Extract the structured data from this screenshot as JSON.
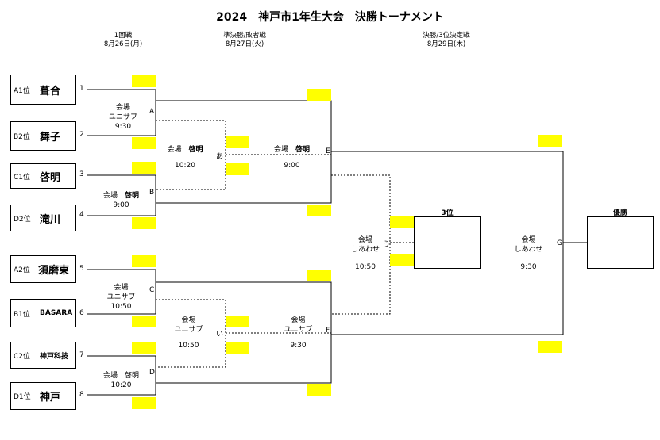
{
  "title": "2024　神戸市1年生大会　決勝トーナメント",
  "rounds": [
    {
      "name": "1回戦",
      "date": "8月26日(月)"
    },
    {
      "name": "準決勝/敗者戦",
      "date": "8月27日(火)"
    },
    {
      "name": "決勝/3位決定戦",
      "date": "8月29日(木)"
    }
  ],
  "teams": [
    {
      "seed": "A1位",
      "name": "葺合",
      "num": "1"
    },
    {
      "seed": "B2位",
      "name": "舞子",
      "num": "2"
    },
    {
      "seed": "C1位",
      "name": "啓明",
      "num": "3"
    },
    {
      "seed": "D2位",
      "name": "滝川",
      "num": "4"
    },
    {
      "seed": "A2位",
      "name": "須磨東",
      "num": "5"
    },
    {
      "seed": "B1位",
      "name": "BASARA",
      "num": "6"
    },
    {
      "seed": "C2位",
      "name": "神戸科技",
      "num": "7"
    },
    {
      "seed": "D1位",
      "name": "神戸",
      "num": "8"
    }
  ],
  "matches": {
    "A": {
      "label": "A",
      "venue_label": "会場",
      "venue": "ユニサブ",
      "time": "9:30"
    },
    "B": {
      "label": "B",
      "venue_label": "会場",
      "venue": "啓明",
      "time": "9:00"
    },
    "C": {
      "label": "C",
      "venue_label": "会場",
      "venue": "ユニサブ",
      "time": "10:50"
    },
    "D": {
      "label": "D",
      "venue_label": "会場",
      "venue": "啓明",
      "time": "10:20"
    },
    "a": {
      "label": "あ",
      "venue_label": "会場",
      "venue": "啓明",
      "time": "10:20"
    },
    "E": {
      "label": "E",
      "venue_label": "会場",
      "venue": "啓明",
      "time": "9:00"
    },
    "i": {
      "label": "い",
      "venue_label": "会場",
      "venue": "ユニサブ",
      "time": "10:50"
    },
    "F": {
      "label": "F",
      "venue_label": "会場",
      "venue": "ユニサブ",
      "time": "9:30"
    },
    "u": {
      "label": "う",
      "venue_label": "会場",
      "venue": "しあわせ",
      "time": "10:50"
    },
    "G": {
      "label": "G",
      "venue_label": "会場",
      "venue": "しあわせ",
      "time": "9:30"
    }
  },
  "third_place_label": "3位",
  "champion_label": "優勝",
  "colors": {
    "score_box": "#ffff00",
    "line": "#000000"
  }
}
